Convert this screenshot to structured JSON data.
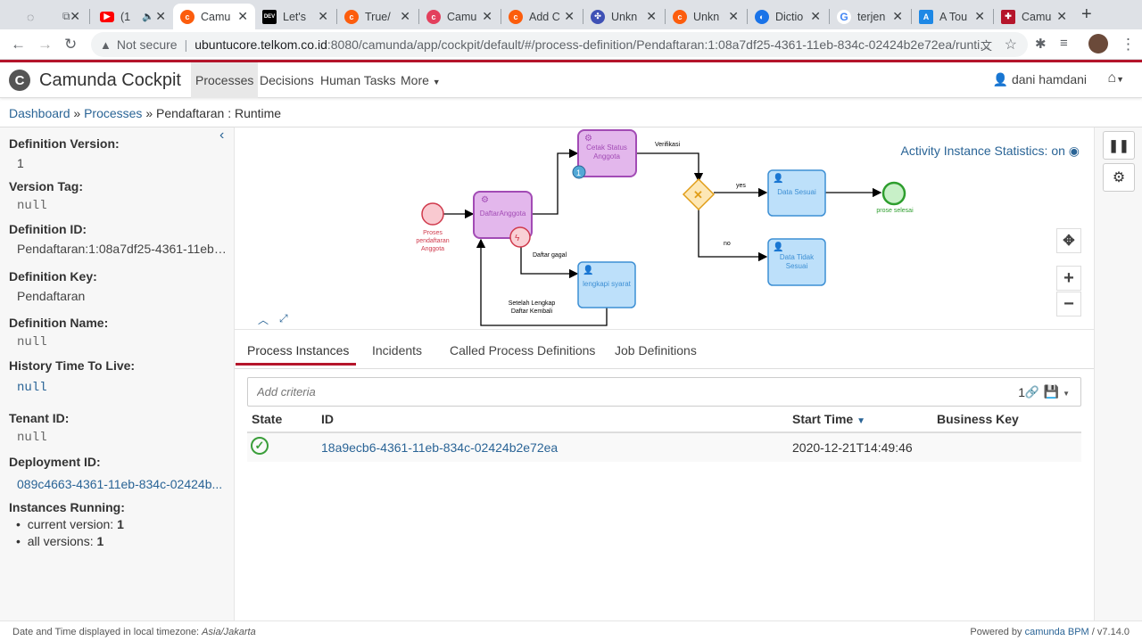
{
  "browser": {
    "tabs": [
      {
        "label": "",
        "icon": "whatsapp-icon",
        "color": "#5f6368"
      },
      {
        "label": "",
        "icon": "window-icon",
        "color": "#5f6368"
      },
      {
        "label": "(1",
        "icon": "youtube-icon",
        "color": "#ff0000"
      },
      {
        "label": "Camu",
        "icon": "camunda-icon",
        "color": "#fc5d0d"
      },
      {
        "label": "Let's",
        "icon": "dev-icon",
        "color": "#000000"
      },
      {
        "label": "True/",
        "icon": "camunda-icon",
        "color": "#fc5d0d"
      },
      {
        "label": "Camu",
        "icon": "camunda-icon",
        "color": "#e3405d"
      },
      {
        "label": "Add C",
        "icon": "camunda-icon",
        "color": "#fc5d0d"
      },
      {
        "label": "Unkn",
        "icon": "pinwheel-icon",
        "color": "#3f51b5"
      },
      {
        "label": "Unkn",
        "icon": "camunda-icon",
        "color": "#fc5d0d"
      },
      {
        "label": "Dictio",
        "icon": "dictionary-icon",
        "color": "#1a73e8"
      },
      {
        "label": "terjen",
        "icon": "google-icon",
        "color": "#4285f4"
      },
      {
        "label": "A Tou",
        "icon": "doc-icon",
        "color": "#1e88e5"
      },
      {
        "label": "Camu",
        "icon": "camunda-grid-icon",
        "color": "#b5152b"
      }
    ],
    "not_secure": "Not secure",
    "host": "ubuntucore.telkom.co.id",
    "path": ":8080/camunda/app/cockpit/default/#/process-definition/Pendaftaran:1:08a7df25-4361-11eb-834c-02424b2e72ea/runti..."
  },
  "header": {
    "brand": "Camunda Cockpit",
    "nav": [
      "Processes",
      "Decisions",
      "Human Tasks",
      "More"
    ],
    "user": "dani hamdani"
  },
  "breadcrumb": {
    "dashboard": "Dashboard",
    "processes": "Processes",
    "current": "Pendaftaran : Runtime"
  },
  "sidebar": {
    "def_version_label": "Definition Version:",
    "def_version": "1",
    "version_tag_label": "Version Tag:",
    "version_tag": "null",
    "def_id_label": "Definition ID:",
    "def_id": "Pendaftaran:1:08a7df25-4361-11eb-...",
    "def_key_label": "Definition Key:",
    "def_key": "Pendaftaran",
    "def_name_label": "Definition Name:",
    "def_name": "null",
    "history_label": "History Time To Live:",
    "history": "null",
    "tenant_label": "Tenant ID:",
    "tenant": "null",
    "deployment_label": "Deployment ID:",
    "deployment": "089c4663-4361-11eb-834c-02424b...",
    "running_label": "Instances Running:",
    "current_version_label": "current version: ",
    "current_version": "1",
    "all_versions_label": "all versions: ",
    "all_versions": "1"
  },
  "diagram": {
    "statistics": "Activity Instance Statistics: on",
    "nodes": {
      "start": "Proses pendaftaran Anggota",
      "daftar": "DaftarAnggota",
      "cetak": "Cetak Status Anggota",
      "lengkapi": "lengkapi syarat",
      "sesuai": "Data Sesuai",
      "tidak": "Data Tidak Sesuai",
      "end": "prose selesai"
    },
    "flows": {
      "verifikasi": "Verifikasi",
      "yes": "yes",
      "no": "no",
      "gagal": "Daftar gagal",
      "kembali": "Setelah Lengkap Daftar Kembali"
    },
    "badge": "1"
  },
  "tabs": [
    "Process Instances",
    "Incidents",
    "Called Process Definitions",
    "Job Definitions"
  ],
  "search": {
    "placeholder": "Add criteria",
    "count": "1"
  },
  "table": {
    "headers": [
      "State",
      "ID",
      "Start Time",
      "Business Key"
    ],
    "rows": [
      {
        "id": "18a9ecb6-4361-11eb-834c-02424b2e72ea",
        "start": "2020-12-21T14:49:46",
        "key": ""
      }
    ]
  },
  "footer": {
    "tz_prefix": "Date and Time displayed in local timezone: ",
    "tz": "Asia/Jakarta",
    "powered": "Powered by ",
    "bpm": "camunda BPM",
    "version": " / v7.14.0"
  }
}
